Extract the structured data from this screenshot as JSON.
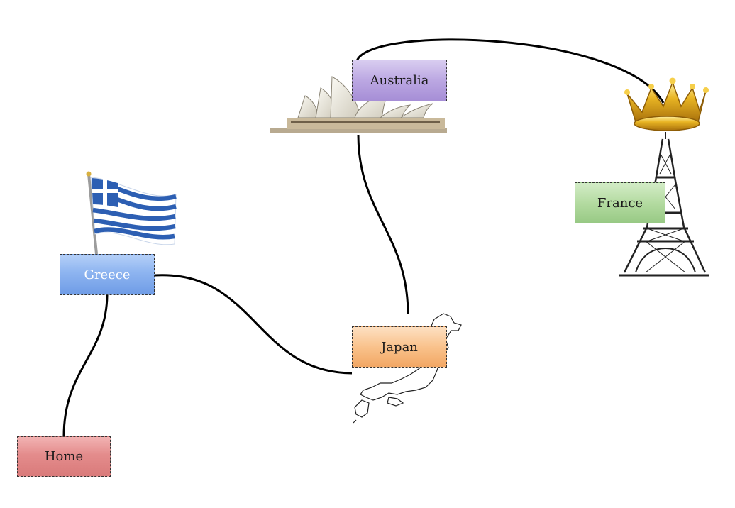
{
  "nodes": {
    "home": {
      "label": "Home",
      "color": "#d97a7a"
    },
    "greece": {
      "label": "Greece",
      "color": "#7fa9ec"
    },
    "japan": {
      "label": "Japan",
      "color": "#f4b272"
    },
    "australia": {
      "label": "Australia",
      "color": "#b19ddc"
    },
    "france": {
      "label": "France",
      "color": "#a5d291"
    }
  },
  "edges": [
    [
      "home",
      "greece"
    ],
    [
      "greece",
      "japan"
    ],
    [
      "japan",
      "australia"
    ],
    [
      "australia",
      "france"
    ]
  ],
  "illustrations": {
    "greece": "greek-flag-icon",
    "australia": "sydney-opera-house-icon",
    "france_top": "gold-crown-icon",
    "france": "eiffel-tower-icon",
    "japan": "japan-map-outline-icon"
  }
}
